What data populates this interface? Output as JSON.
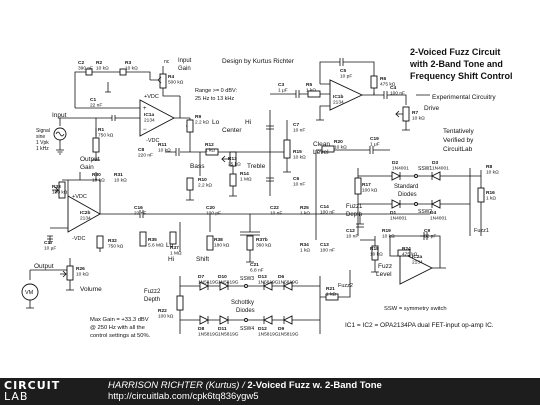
{
  "title": {
    "line1": "2-Voiced Fuzz Circuit",
    "line2": "with 2-Band Tone and",
    "line3": "Frequency Shift Control"
  },
  "notes": {
    "design_by": "Design by Kurtus Richter",
    "range1": "Range >= 0 dBV:",
    "range2": "25 Hz to 13 kHz",
    "experimental": "Experimental Circuitry",
    "tent1": "Tentatively",
    "tent2": "Verified by",
    "tent3": "CircuitLab",
    "maxgain1": "Max Gain = +33.3 dBV",
    "maxgain2": "@ 250 Hz with all the",
    "maxgain3": "control settings at 50%.",
    "ssw": "SSW = symmetry switch",
    "ic": "IC1 = IC2 = OPA2134PA dual FET-input op-amp IC."
  },
  "labels": {
    "input": "Input",
    "signal1": "Signal",
    "signal2": "sine",
    "signal3": "1 Vpk",
    "signal4": "1 kHz",
    "input_gain1": "Input",
    "input_gain2": "Gain",
    "output_gain1": "Output",
    "output_gain2": "Gain",
    "output": "Output",
    "volume": "Volume",
    "drive": "Drive",
    "bass": "Bass",
    "treble": "Treble",
    "lo": "Lo",
    "center": "Center",
    "hi": "Hi",
    "lo2": "Lo",
    "hi2": "Hi",
    "shift": "Shift",
    "clean1": "Clean",
    "clean2": "Level",
    "fuzz1_1": "Fuzz1",
    "fuzz1_2": "Depth",
    "fuzz2_1": "Fuzz2",
    "fuzz2_2": "Depth",
    "fuzz_level1": "Fuzz",
    "fuzz_level2": "Level",
    "fuzz1": "Fuzz1",
    "fuzz2": "Fuzz2",
    "standard1": "Standard",
    "standard2": "Diodes",
    "schottky1": "Schottky",
    "schottky2": "Diodes",
    "nc": "nc",
    "vdc_pos": "+VDC",
    "vdc_neg": "-VDC",
    "vm": "VM",
    "ssw1": "SSW1",
    "ssw2": "SSW2",
    "ssw3": "SSW3",
    "ssw4": "SSW4"
  },
  "components": [
    {
      "ref": "C2",
      "val": "390 nF"
    },
    {
      "ref": "R2",
      "val": "10 kΩ"
    },
    {
      "ref": "R3",
      "val": "10 kΩ"
    },
    {
      "ref": "R4",
      "val": "500 kΩ"
    },
    {
      "ref": "C1",
      "val": "22 nF"
    },
    {
      "ref": "R1",
      "val": "750 kΩ"
    },
    {
      "ref": "IC1a",
      "val": "2134"
    },
    {
      "ref": "R9",
      "val": "2.2 kΩ"
    },
    {
      "ref": "C8",
      "val": "220 nF"
    },
    {
      "ref": "R11",
      "val": "10 kΩ"
    },
    {
      "ref": "R10",
      "val": "2.2 kΩ"
    },
    {
      "ref": "R12",
      "val": "1 kΩ"
    },
    {
      "ref": "R13",
      "val": "25 kΩ"
    },
    {
      "ref": "R14",
      "val": "1 MΩ"
    },
    {
      "ref": "C7",
      "val": "10 nF"
    },
    {
      "ref": "C6",
      "val": "10 nF"
    },
    {
      "ref": "R15",
      "val": "10 kΩ"
    },
    {
      "ref": "C3",
      "val": "1 µF"
    },
    {
      "ref": "R5",
      "val": "1 kΩ"
    },
    {
      "ref": "C5",
      "val": "10 pF"
    },
    {
      "ref": "R6",
      "val": "475 kΩ"
    },
    {
      "ref": "IC1b",
      "val": "2134"
    },
    {
      "ref": "C4",
      "val": "100 nF"
    },
    {
      "ref": "R7",
      "val": "10 kΩ"
    },
    {
      "ref": "R8",
      "val": "10 kΩ"
    },
    {
      "ref": "R20",
      "val": "10 kΩ"
    },
    {
      "ref": "C19",
      "val": "1 µF"
    },
    {
      "ref": "D2",
      "val": "1N4001"
    },
    {
      "ref": "D3",
      "val": "1N4001"
    },
    {
      "ref": "D1",
      "val": "1N4001"
    },
    {
      "ref": "D4",
      "val": "1N4001"
    },
    {
      "ref": "R17",
      "val": "100 kΩ"
    },
    {
      "ref": "R18",
      "val": "10 kΩ"
    },
    {
      "ref": "R16",
      "val": "1 kΩ"
    },
    {
      "ref": "R30",
      "val": "10 kΩ"
    },
    {
      "ref": "R31",
      "val": "10 kΩ"
    },
    {
      "ref": "R33",
      "val": "100 kΩ"
    },
    {
      "ref": "IC2b",
      "val": "2134"
    },
    {
      "ref": "C16",
      "val": "22 nF"
    },
    {
      "ref": "C17",
      "val": "10 µF"
    },
    {
      "ref": "R32",
      "val": "750 kΩ"
    },
    {
      "ref": "R35",
      "val": "5.6 MΩ"
    },
    {
      "ref": "R37",
      "val": "1 MΩ"
    },
    {
      "ref": "C20",
      "val": "100 pF"
    },
    {
      "ref": "R38",
      "val": "180 kΩ"
    },
    {
      "ref": "R37b",
      "val": "360 kΩ"
    },
    {
      "ref": "C21",
      "val": "6.8 nF"
    },
    {
      "ref": "C22",
      "val": "10 nF"
    },
    {
      "ref": "R25",
      "val": "1 kΩ"
    },
    {
      "ref": "C14",
      "val": "100 nF"
    },
    {
      "ref": "R34",
      "val": "1 kΩ"
    },
    {
      "ref": "C13",
      "val": "100 nF"
    },
    {
      "ref": "C12",
      "val": "10 nF"
    },
    {
      "ref": "R19",
      "val": "10 kΩ"
    },
    {
      "ref": "C9",
      "val": "82 pF"
    },
    {
      "ref": "R24",
      "val": "475 kΩ"
    },
    {
      "ref": "IC2a",
      "val": "2134"
    },
    {
      "ref": "R26",
      "val": "10 kΩ"
    },
    {
      "ref": "D7",
      "val": "1N5819G"
    },
    {
      "ref": "D10",
      "val": "1N5819G"
    },
    {
      "ref": "D13",
      "val": "1N5819G"
    },
    {
      "ref": "D6",
      "val": "1N5819G"
    },
    {
      "ref": "D8",
      "val": "1N5819G"
    },
    {
      "ref": "D11",
      "val": "1N5819G"
    },
    {
      "ref": "D12",
      "val": "1N5819G"
    },
    {
      "ref": "D9",
      "val": "1N5819G"
    },
    {
      "ref": "R22",
      "val": "100 kΩ"
    },
    {
      "ref": "R21",
      "val": "1 kΩ"
    }
  ],
  "footer": {
    "logo_top": "CIRCUIT",
    "logo_bottom": "LAB",
    "author": "HARRISON RICHTER (Kurtus)",
    "separator": " / ",
    "name": "2-Voiced Fuzz w. 2-Band Tone",
    "url": "http://circuitlab.com/cpk6tq836ygw5"
  }
}
